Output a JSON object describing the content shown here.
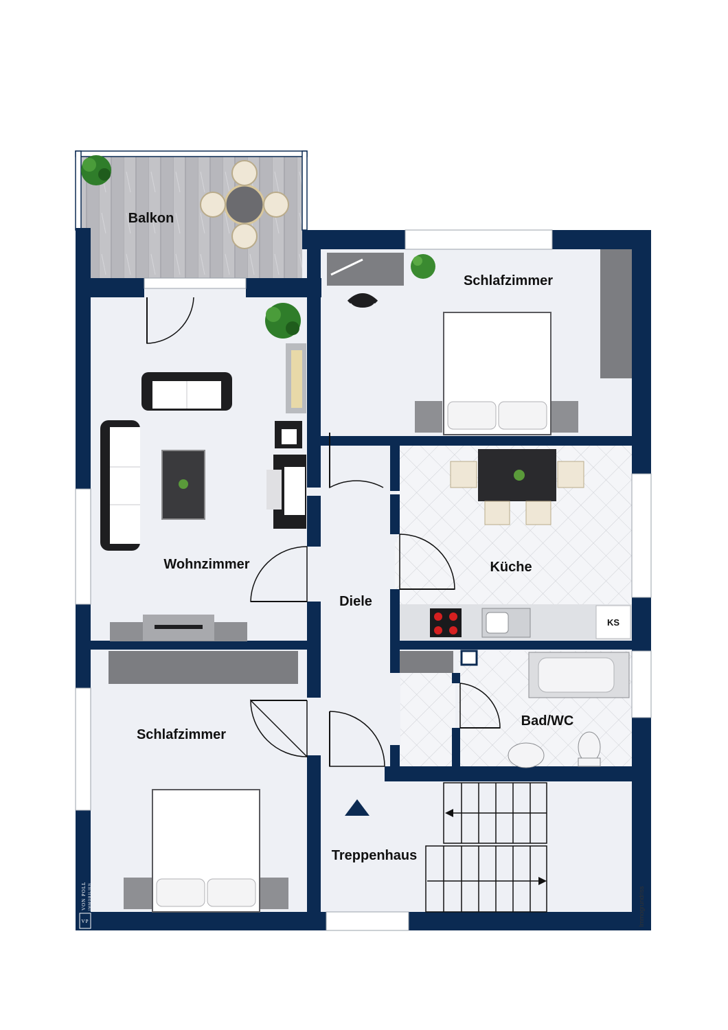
{
  "colors": {
    "wall": "#0b2a52",
    "floor": "#eef0f5",
    "balcony_deck": "#b9b9bd",
    "tile_line": "#cfd1d6",
    "furniture_dark": "#1e1e20",
    "furniture_gray": "#8a8a8c",
    "plant": "#2f7d2a"
  },
  "rooms": {
    "balkon": "Balkon",
    "schlafzimmer_top": "Schlafzimmer",
    "wohnzimmer": "Wohnzimmer",
    "kueche": "Küche",
    "diele": "Diele",
    "bad": "Bad/WC",
    "schlafzimmer_bottom": "Schlafzimmer",
    "treppenhaus": "Treppenhaus"
  },
  "labels": {
    "ks": "KS"
  },
  "branding": {
    "logo_mark": "VP",
    "logo_text": "VON POLL",
    "logo_sub": "IMMOBILIEN",
    "credit": "Immogrundriss"
  },
  "icons": {
    "entrance": "up-arrow-icon",
    "plant": "plant-icon",
    "stove": "cooktop-icon",
    "sink": "sink-icon"
  }
}
